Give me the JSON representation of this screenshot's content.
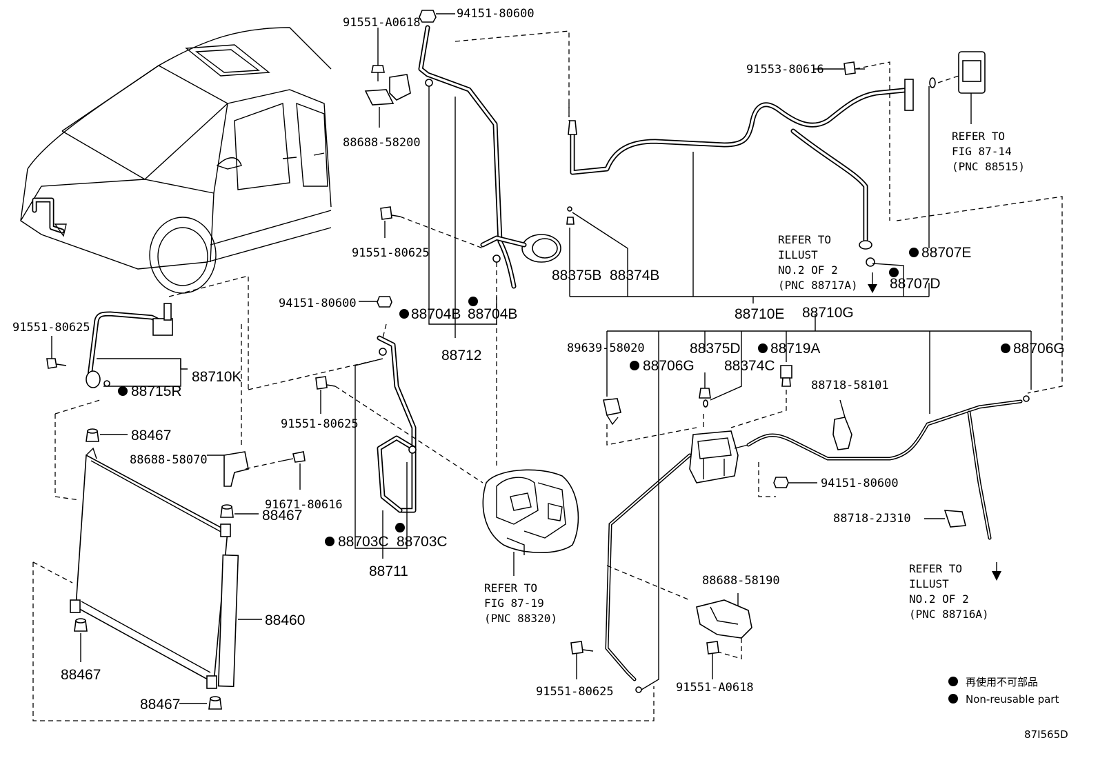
{
  "labels": {
    "p1": "91551-A0618",
    "p2": "94151-80600",
    "p3": "88688-58200",
    "p4": "91551-80625",
    "p5": "94151-80600",
    "p6": "91551-80625",
    "p7": "88710K",
    "p8": "88715R",
    "p9": "88467",
    "p10": "88688-58070",
    "p11": "91671-80616",
    "p12": "88467",
    "p13": "88460",
    "p14": "88467",
    "p15": "88467",
    "p16": "88704B",
    "p17": "88704B",
    "p18": "88712",
    "p19": "91551-80625",
    "p20": "88703C",
    "p21": "88703C",
    "p22": "88711",
    "p23": "91553-80616",
    "p24": "88375B",
    "p25": "88374B",
    "p26": "88707E",
    "p27": "88707D",
    "p28": "88710E",
    "p29": "88710G",
    "p30": "89639-58020",
    "p31": "88706G",
    "p32": "88375D",
    "p33": "88374C",
    "p34": "88719A",
    "p35": "88718-58101",
    "p36": "88706G",
    "p37": "94151-80600",
    "p38": "88718-2J310",
    "p39": "88688-58190",
    "p40": "91551-80625",
    "p41": "91551-A0618"
  },
  "notes": {
    "fig8714": [
      "REFER TO",
      "FIG 87-14",
      "(PNC 88515)"
    ],
    "illust2a": [
      "REFER TO",
      "ILLUST",
      "NO.2 OF 2",
      "(PNC 88717A)"
    ],
    "fig8719": [
      "REFER TO",
      "FIG 87-19",
      "(PNC 88320)"
    ],
    "illust2b": [
      "REFER TO",
      "ILLUST",
      "NO.2 OF 2",
      "(PNC 88716A)"
    ]
  },
  "legend": {
    "jp": "再使用不可部品",
    "en": "Non-reusable part"
  },
  "figure_id": "87I565D"
}
